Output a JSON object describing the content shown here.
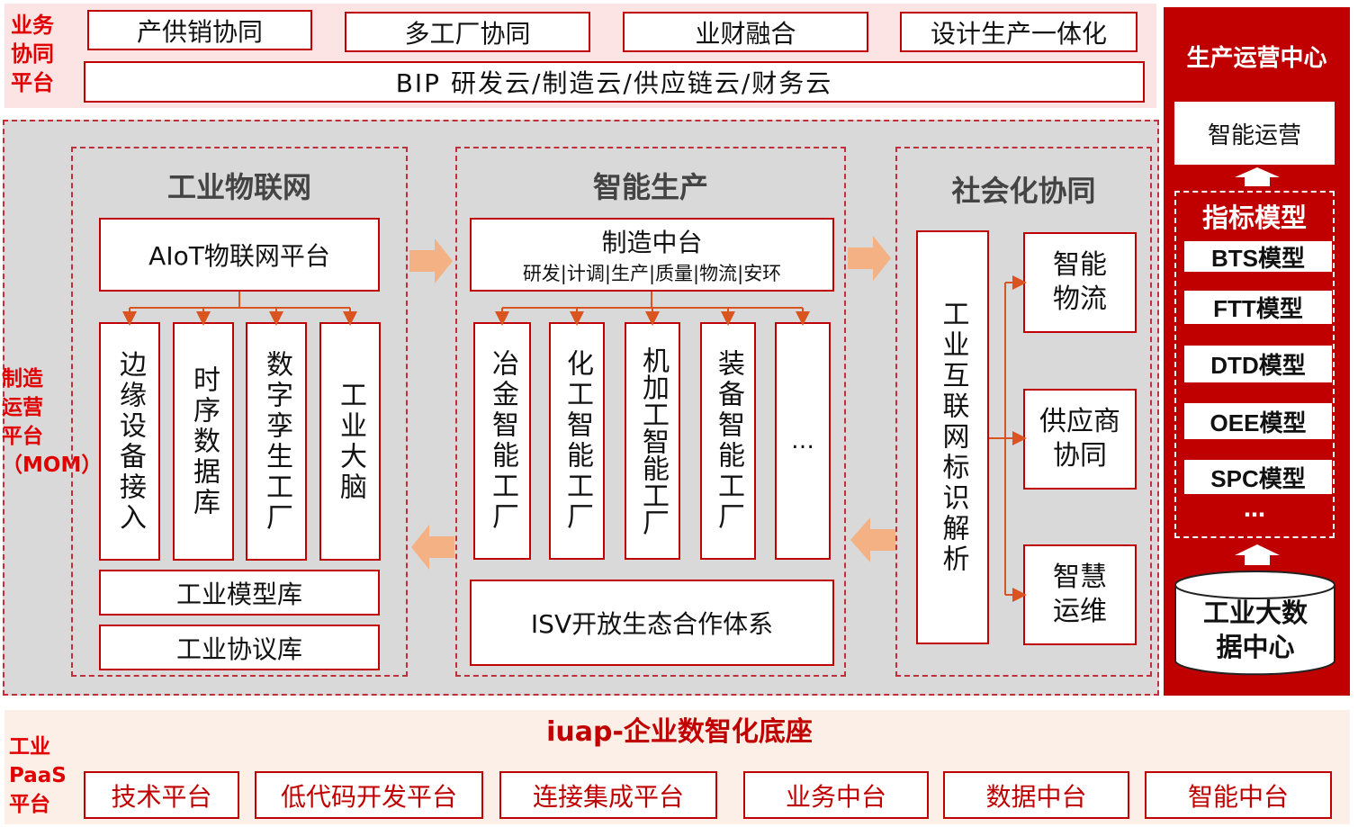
{
  "top": {
    "label": "业务协同平台",
    "boxes": [
      "产供销协同",
      "多工厂协同",
      "业财融合",
      "设计生产一体化"
    ],
    "bip": "BIP 研发云/制造云/供应链云/财务云"
  },
  "mom": {
    "label": "制造运营平台（MOM）"
  },
  "iot": {
    "title": "工业物联网",
    "platform": "AIoT物联网平台",
    "items": [
      "边缘设备接入",
      "时序数据库",
      "数字孪生工厂",
      "工业大脑"
    ],
    "model_lib": "工业模型库",
    "protocol_lib": "工业协议库"
  },
  "production": {
    "title": "智能生产",
    "platform": "制造中台",
    "platform_sub": "研发|计调|生产|质量|物流|安环",
    "items": [
      "冶金智能工厂",
      "化工智能工厂",
      "机加工智能工厂",
      "装备智能工厂",
      "…"
    ],
    "isv": "ISV开放生态合作体系"
  },
  "social": {
    "title": "社会化协同",
    "main": "工业互联网标识解析",
    "items": [
      "智能物流",
      "供应商协同",
      "智慧运维"
    ]
  },
  "ops": {
    "title": "生产运营中心",
    "smart_ops": "智能运营",
    "models_title": "指标模型",
    "models": [
      "BTS模型",
      "FTT模型",
      "DTD模型",
      "OEE模型",
      "SPC模型"
    ],
    "more": "…",
    "datacenter": "工业大数据中心"
  },
  "paas": {
    "label": "工业PaaS平台",
    "title": "iuap-企业数智化底座",
    "boxes": [
      "技术平台",
      "低代码开发平台",
      "连接集成平台",
      "业务中台",
      "数据中台",
      "智能中台"
    ]
  },
  "colors": {
    "red": "#c00000",
    "arrow": "#f4b183",
    "gray": "#d9d9d9",
    "pink": "#fde4e4"
  }
}
